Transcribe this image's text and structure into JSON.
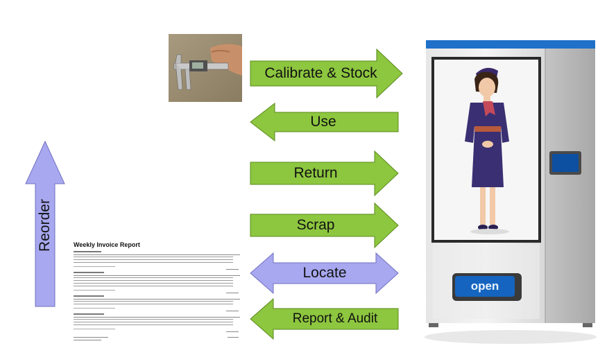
{
  "flows": [
    {
      "label": "Calibrate & Stock",
      "direction": "right",
      "color": "#8dc63f"
    },
    {
      "label": "Use",
      "direction": "left",
      "color": "#8dc63f"
    },
    {
      "label": "Return",
      "direction": "right",
      "color": "#8dc63f"
    },
    {
      "label": "Scrap",
      "direction": "right",
      "color": "#8dc63f"
    },
    {
      "label": "Locate",
      "direction": "both",
      "color": "#a8a8f0"
    },
    {
      "label": "Report & Audit",
      "direction": "left",
      "color": "#8dc63f"
    }
  ],
  "reorder": {
    "label": "Reorder",
    "direction": "up",
    "color": "#a8a8f0"
  },
  "report": {
    "title": "Weekly Invoice Report"
  },
  "vending_machine": {
    "button_label": "open",
    "accent_color": "#1565c0"
  }
}
